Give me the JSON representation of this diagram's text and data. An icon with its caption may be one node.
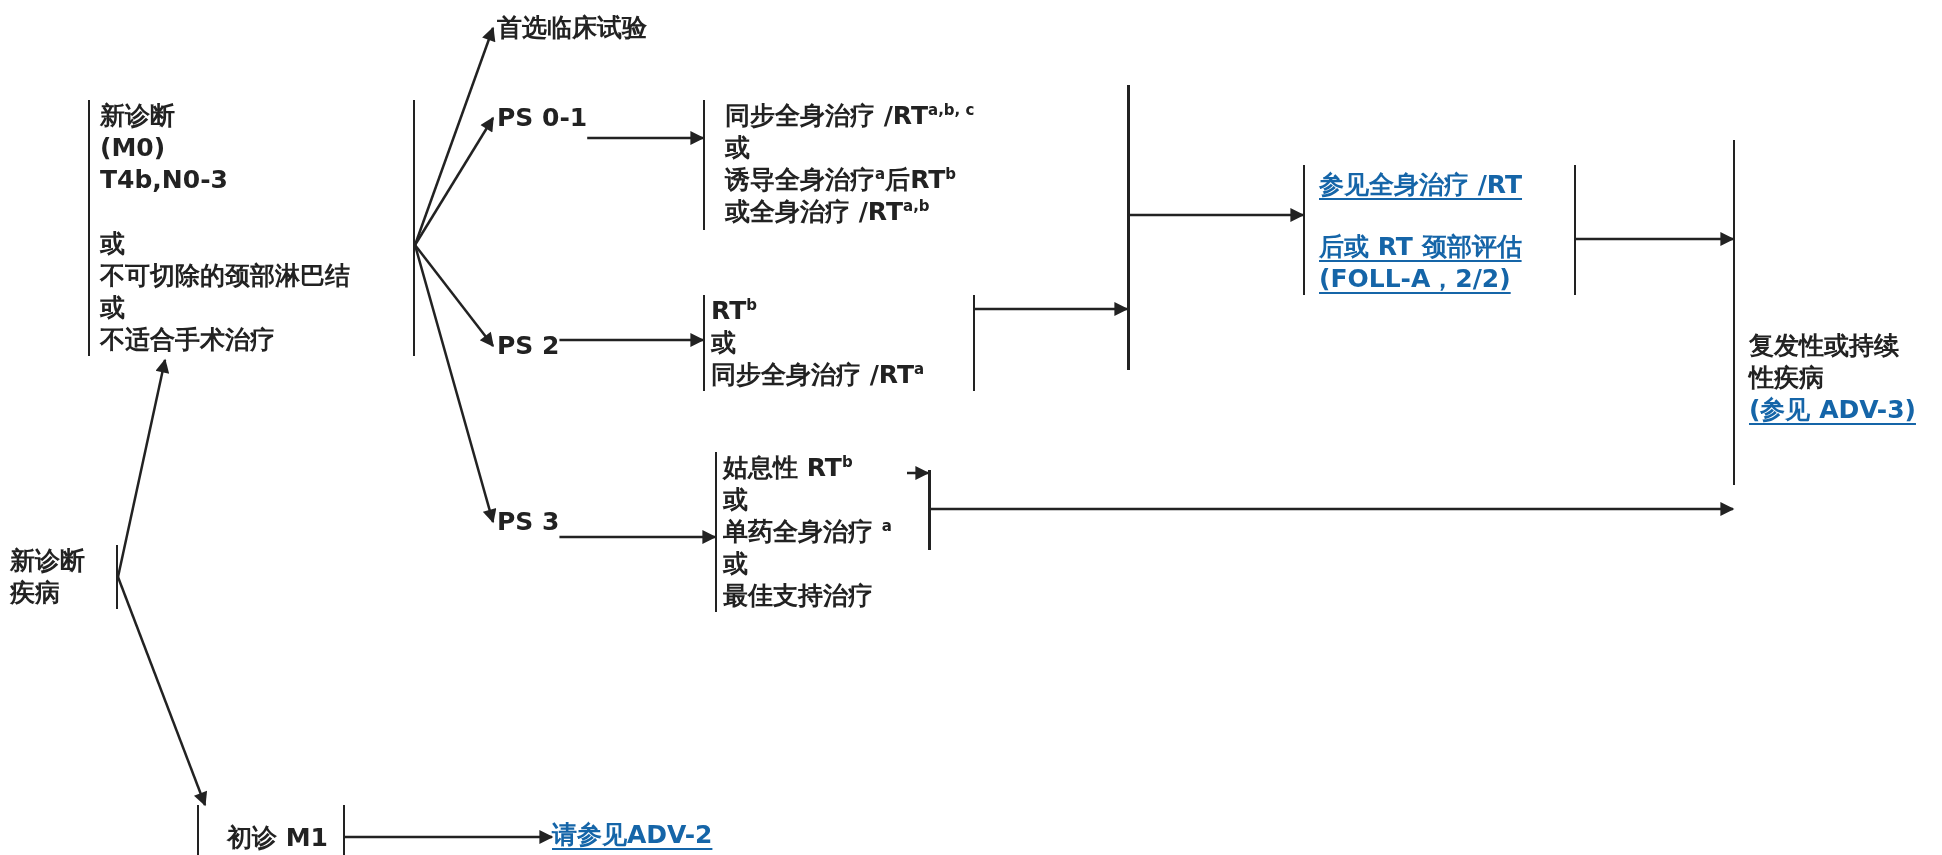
{
  "diagram": {
    "nodes": [
      {
        "text": [
          "新诊断疾病"
        ]
      },
      {
        "text": [
          "新诊断 (M0) T4b,N0-3",
          "或",
          "不可切除的颈部淋巴结",
          "或",
          "不适合手术治疗"
        ]
      },
      {
        "text": [
          "首选临床试验"
        ]
      },
      {
        "text": [
          "PS 0-1"
        ]
      },
      {
        "text": [
          "同步全身治疗 /RT$^{a,b, c}$",
          "或",
          "诱导全身治疗$^{a}$后RT$^{b}$",
          "或全身治疗 /RT$^{a,b}$"
        ]
      },
      {
        "text": [
          "PS 2"
        ]
      },
      {
        "text": [
          "RT$^{b}$",
          "或",
          "同步全身治疗 /RT$^{a}$"
        ]
      },
      {
        "text": [
          "PS 3"
        ]
      },
      {
        "text": [
          "姑息性 RT$^{b}$",
          "或",
          "单药全身治疗 $^{a}$",
          "或",
          "最佳支持治疗"
        ]
      },
      {
        "text": [],
        "shape": "bar"
      },
      {
        "text": [],
        "shape": "bar"
      },
      {
        "text": [
          "参见全身治疗 /RT",
          "后或 RT 颈部评估 (FOLL-A，2/2)"
        ]
      },
      {
        "text": [
          "复发性或持续性疾病",
          "(参见 ADV-3)"
        ]
      },
      {
        "text": [
          "初诊 M1"
        ]
      },
      {
        "text": [
          "请参见ADV-2"
        ]
      }
    ],
    "edges": [
      {
        "from": 0,
        "to": 1,
        "arrow": "to"
      },
      {
        "from": 0,
        "to": 13,
        "arrow": "to"
      },
      {
        "from": 1,
        "to": 2,
        "arrow": "to"
      },
      {
        "from": 1,
        "to": 3,
        "arrow": "to"
      },
      {
        "from": 1,
        "to": 5,
        "arrow": "to"
      },
      {
        "from": 1,
        "to": 7,
        "arrow": "to"
      },
      {
        "from": 3,
        "to": 4,
        "arrow": "to"
      },
      {
        "from": 5,
        "to": 6,
        "arrow": "to"
      },
      {
        "from": 7,
        "to": 8,
        "arrow": "to"
      },
      {
        "from": 8,
        "to": 9,
        "arrow": "to"
      },
      {
        "from": 9,
        "to": 12,
        "arrow": "to"
      },
      {
        "from": 6,
        "to": 10,
        "arrow": "to"
      },
      {
        "from": 10,
        "to": 11,
        "arrow": "to"
      },
      {
        "from": 11,
        "to": 12,
        "arrow": "to"
      },
      {
        "from": 13,
        "to": 14,
        "arrow": "to"
      }
    ]
  }
}
